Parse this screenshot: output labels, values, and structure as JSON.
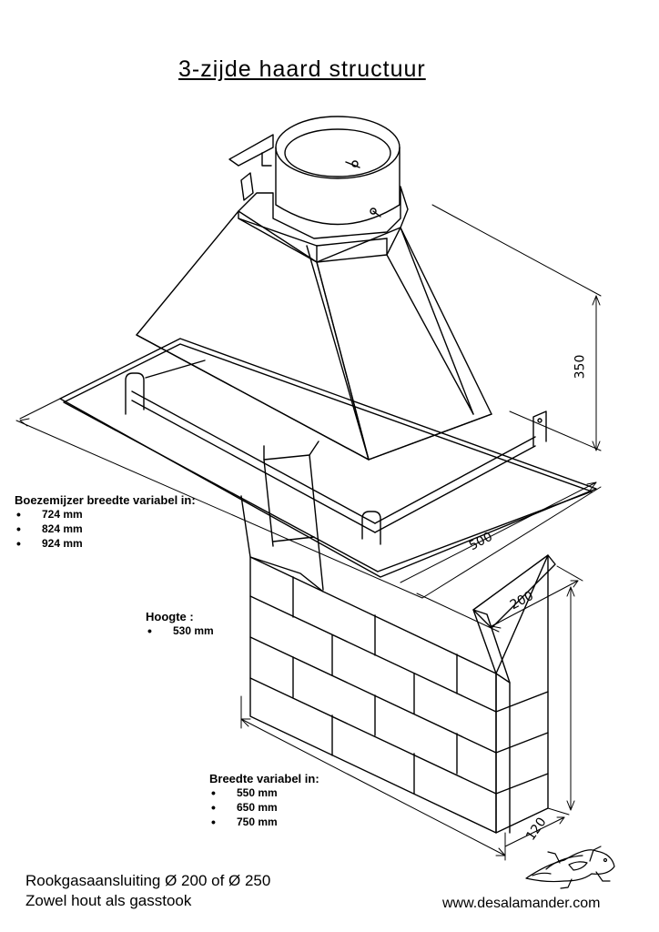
{
  "title": "3-zijde haard structuur",
  "dimensions": {
    "height": "350",
    "depth": "500",
    "side": "200",
    "wall": "120"
  },
  "boezemijzer": {
    "heading": "Boezemijzer breedte variabel in:",
    "options": [
      "724 mm",
      "824 mm",
      "924 mm"
    ]
  },
  "hoogte": {
    "heading": "Hoogte :",
    "options": [
      "530 mm"
    ]
  },
  "breedte": {
    "heading": "Breedte variabel in:",
    "options": [
      "550 mm",
      "650 mm",
      "750 mm"
    ]
  },
  "footer": {
    "line1": "Rookgasaansluiting Ø 200 of Ø 250",
    "line2": "Zowel hout als gasstook",
    "website": "www.desalamander.com"
  },
  "logo": "salamander-logo"
}
